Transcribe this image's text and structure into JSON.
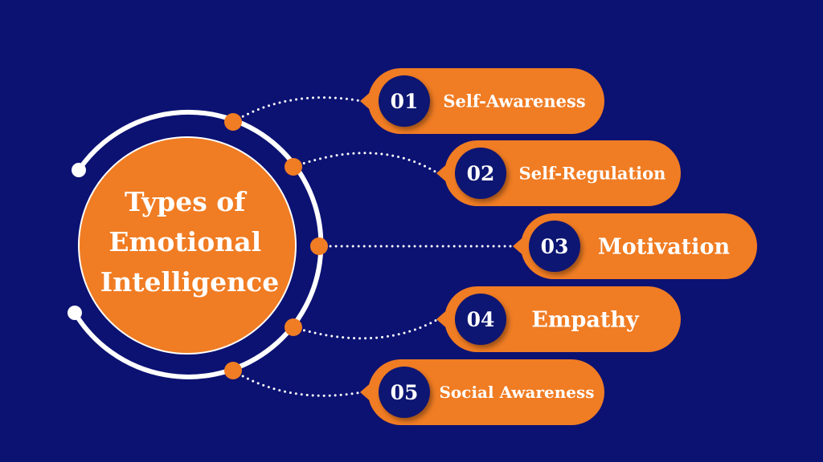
{
  "title_lines": [
    "Types of",
    "Emotional",
    "Intelligence"
  ],
  "items": [
    {
      "number": "01",
      "label": "Self-Awareness"
    },
    {
      "number": "02",
      "label": "Self-Regulation"
    },
    {
      "number": "03",
      "label": "Motivation"
    },
    {
      "number": "04",
      "label": "Empathy"
    },
    {
      "number": "05",
      "label": "Social Awareness"
    }
  ],
  "colors": {
    "background": "#0c1272",
    "accent": "#f07c23",
    "white": "#ffffff"
  }
}
